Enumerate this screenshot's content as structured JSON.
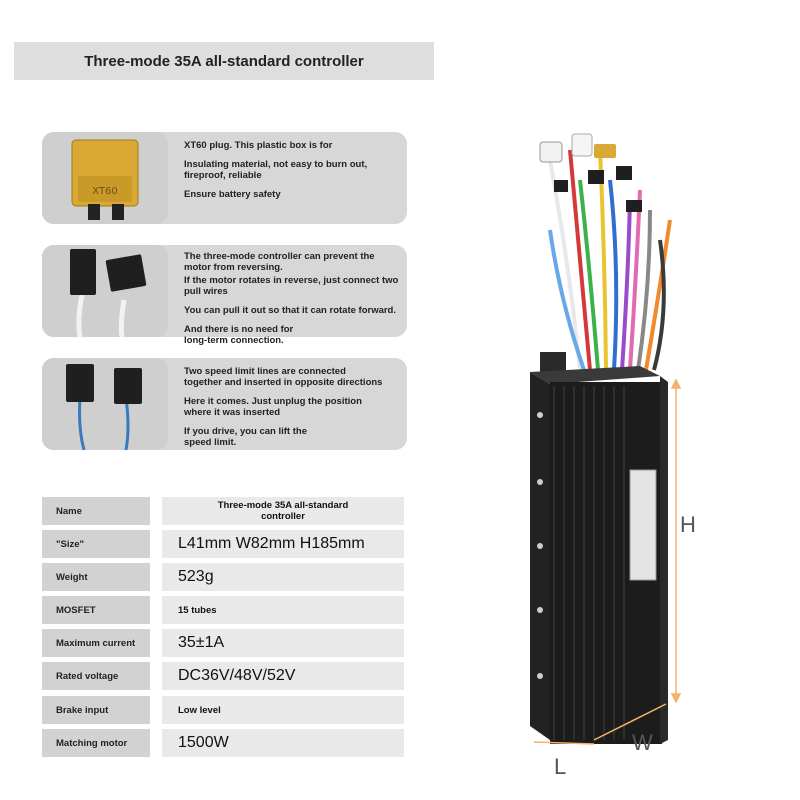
{
  "title": "Three-mode 35A all-standard controller",
  "features": [
    {
      "image_icon": "xt60-plug-icon",
      "lines": [
        "XT60 plug. This plastic box is for",
        "Insulating material, not easy to burn out,\nfireproof, reliable",
        "Ensure battery safety"
      ]
    },
    {
      "image_icon": "pull-wire-connector-icon",
      "lines": [
        "The three-mode controller can prevent the\nmotor from reversing.",
        "If the motor rotates in reverse, just connect two\npull wires",
        "You can pull it out so that it can rotate forward.",
        "And there is no need for\nlong-term connection."
      ]
    },
    {
      "image_icon": "speed-limit-connector-icon",
      "lines": [
        "Two speed limit lines are connected\ntogether and inserted in opposite directions",
        "Here it comes. Just unplug the position\nwhere it was inserted",
        "If you drive, you can lift the\nspeed limit."
      ]
    }
  ],
  "specs": [
    {
      "label": "Name",
      "value": "Three-mode 35A all-standard\ncontroller"
    },
    {
      "label": "\"Size\"",
      "value": "L41mm  W82mm  H185mm"
    },
    {
      "label": "Weight",
      "value": "523g"
    },
    {
      "label": "MOSFET",
      "value": "15 tubes"
    },
    {
      "label": "Maximum current",
      "value": "35±1A"
    },
    {
      "label": "Rated voltage",
      "value": "DC36V/48V/52V"
    },
    {
      "label": "Brake input",
      "value": "Low level"
    },
    {
      "label": "Matching motor",
      "value": "1500W"
    }
  ],
  "dimensions": {
    "h": "H",
    "w": "W",
    "l": "L"
  },
  "colors": {
    "dimension_line": "#f2b36b",
    "case": "#1c1c1c",
    "plug": "#d9a934"
  }
}
